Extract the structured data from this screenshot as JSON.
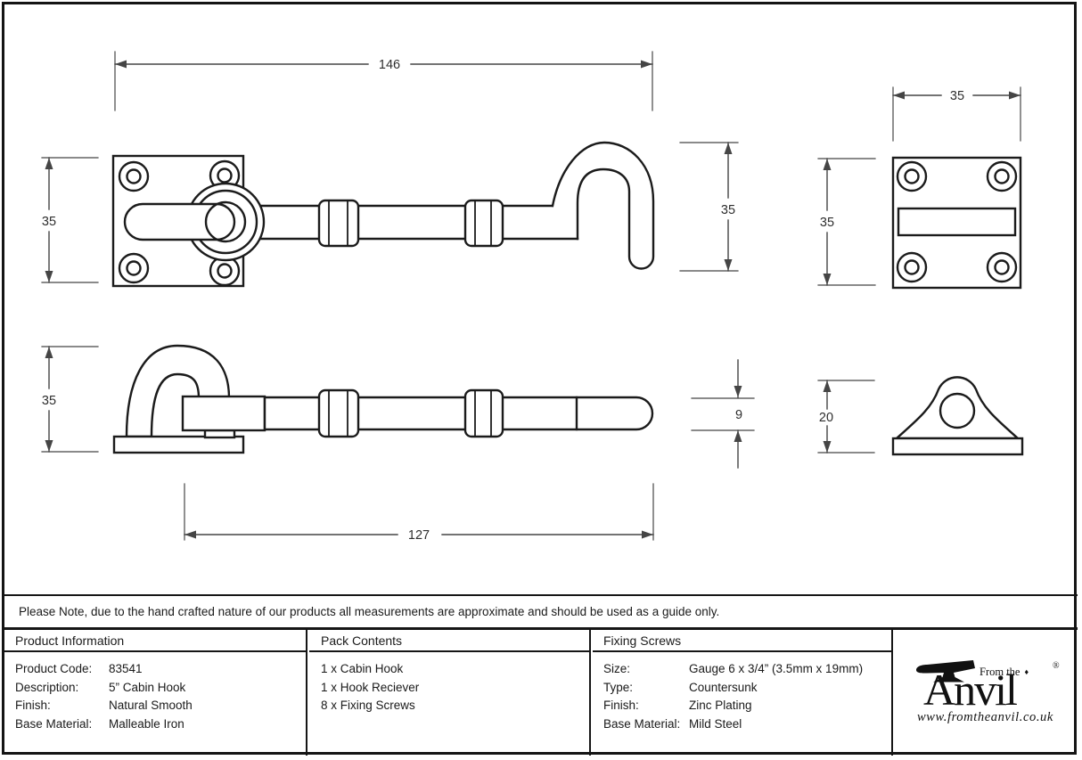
{
  "sheet": {
    "note": "Please Note, due to the hand crafted nature of our products all measurements are approximate and should be used as a guide only."
  },
  "drawing": {
    "dims": {
      "plan_length": "146",
      "plan_height": "35",
      "hook_height": "35",
      "receiver_width": "35",
      "receiver_height": "35",
      "side_height": "35",
      "rod_diameter": "9",
      "side_length": "127",
      "receiver_side_height": "20"
    }
  },
  "table": {
    "product_information": {
      "header": "Product Information",
      "rows": [
        {
          "label": "Product Code:",
          "value": "83541"
        },
        {
          "label": "Description:",
          "value": "5” Cabin Hook"
        },
        {
          "label": "Finish:",
          "value": "Natural Smooth"
        },
        {
          "label": "Base Material:",
          "value": "Malleable Iron"
        }
      ]
    },
    "pack_contents": {
      "header": "Pack Contents",
      "items": [
        "1 x Cabin Hook",
        "1 x Hook Reciever",
        "8 x Fixing Screws"
      ]
    },
    "fixing_screws": {
      "header": "Fixing Screws",
      "rows": [
        {
          "label": "Size:",
          "value": "Gauge 6 x 3/4” (3.5mm x 19mm)"
        },
        {
          "label": "Type:",
          "value": "Countersunk"
        },
        {
          "label": "Finish:",
          "value": "Zinc Plating"
        },
        {
          "label": "Base Material:",
          "value": "Mild Steel"
        }
      ]
    }
  },
  "logo": {
    "from_the": "From the",
    "diamond": "♦",
    "name": "Anvil",
    "registered": "®",
    "url": "www.fromtheanvil.co.uk"
  }
}
